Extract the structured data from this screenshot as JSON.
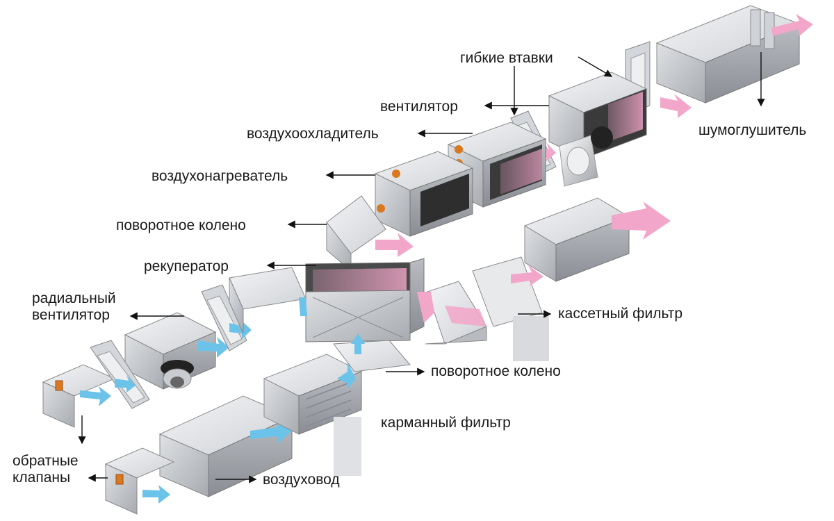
{
  "labels": {
    "flexible_inserts": "гибкие втавки",
    "fan": "вентилятор",
    "air_cooler": "воздухоохладитель",
    "air_heater": "воздухонагреватель",
    "silencer": "шумоглушитель",
    "turning_elbow_top": "поворотное колено",
    "recuperator": "рекуператор",
    "radial_fan": "радиальный\nвентилятор",
    "cassette_filter": "кассетный фильтр",
    "turning_elbow_bottom": "поворотное колено",
    "pocket_filter": "карманный фильтр",
    "check_valves": "обратные\nклапаны",
    "air_duct": "воздуховод"
  },
  "colors": {
    "supply_air": "#6cc3ea",
    "exhaust_air": "#f2a6c9",
    "casing_light": "#e4e6e9",
    "casing_mid": "#b5b9be",
    "casing_dark": "#7d8187",
    "heating_pipe": "#d9781f"
  }
}
